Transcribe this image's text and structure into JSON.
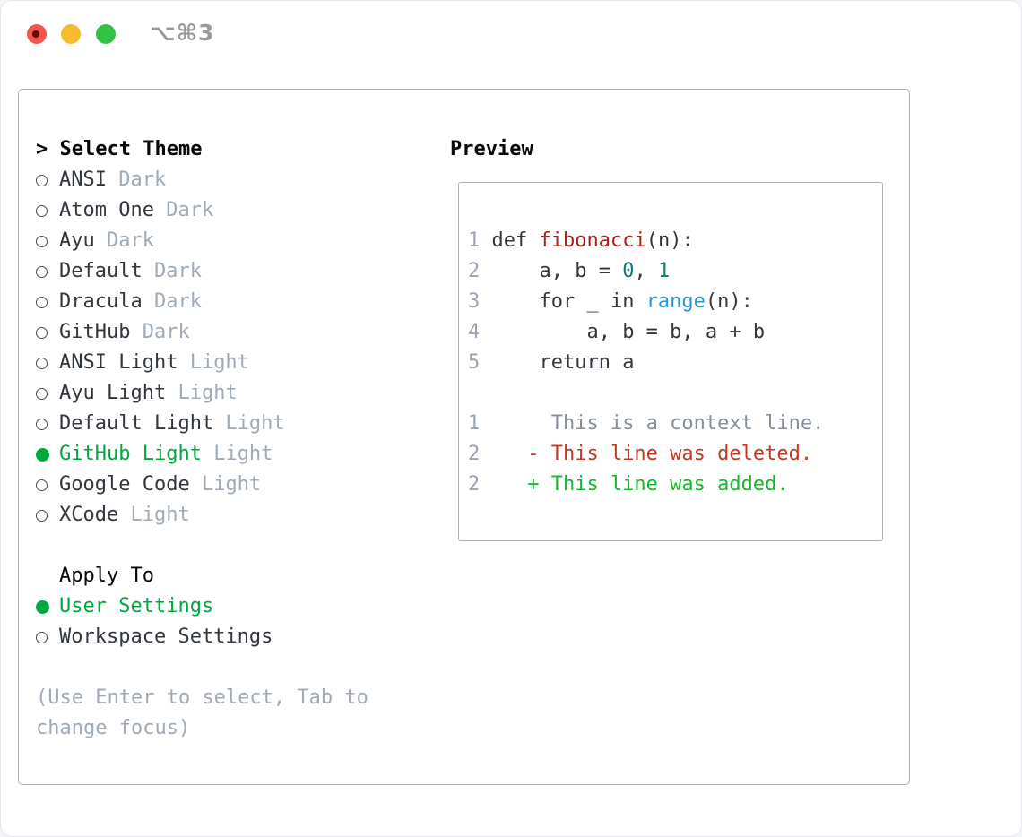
{
  "window": {
    "title": "⌥⌘3",
    "traffic_lights": [
      {
        "name": "close",
        "color": "#f2574e"
      },
      {
        "name": "minimize",
        "color": "#f6bb2f"
      },
      {
        "name": "zoom",
        "color": "#33c146"
      }
    ]
  },
  "theme_picker": {
    "cursor": ">",
    "header": "Select Theme",
    "items": [
      {
        "name": "ANSI",
        "variant": "Dark",
        "selected": false
      },
      {
        "name": "Atom One",
        "variant": "Dark",
        "selected": false
      },
      {
        "name": "Ayu",
        "variant": "Dark",
        "selected": false
      },
      {
        "name": "Default",
        "variant": "Dark",
        "selected": false
      },
      {
        "name": "Dracula",
        "variant": "Dark",
        "selected": false
      },
      {
        "name": "GitHub",
        "variant": "Dark",
        "selected": false
      },
      {
        "name": "ANSI Light",
        "variant": "Light",
        "selected": false
      },
      {
        "name": "Ayu Light",
        "variant": "Light",
        "selected": false
      },
      {
        "name": "Default Light",
        "variant": "Light",
        "selected": false
      },
      {
        "name": "GitHub Light",
        "variant": "Light",
        "selected": true
      },
      {
        "name": "Google Code",
        "variant": "Light",
        "selected": false
      },
      {
        "name": "XCode",
        "variant": "Light",
        "selected": false
      }
    ]
  },
  "apply_to": {
    "header": "Apply To",
    "options": [
      {
        "label": "User Settings",
        "selected": true
      },
      {
        "label": "Workspace Settings",
        "selected": false
      }
    ]
  },
  "help_lines": [
    "(Use Enter to select, Tab to",
    "change focus)"
  ],
  "preview": {
    "header": "Preview",
    "lines": [
      [
        {
          "t": "1",
          "c": "ln"
        },
        {
          "t": " def ",
          "c": "pl"
        },
        {
          "t": "fibonacci",
          "c": "fn"
        },
        {
          "t": "(n):",
          "c": "pl"
        }
      ],
      [
        {
          "t": "2",
          "c": "ln"
        },
        {
          "t": "     a, b = ",
          "c": "pl"
        },
        {
          "t": "0",
          "c": "nm"
        },
        {
          "t": ", ",
          "c": "pl"
        },
        {
          "t": "1",
          "c": "nm"
        }
      ],
      [
        {
          "t": "3",
          "c": "ln"
        },
        {
          "t": "     for _ in ",
          "c": "pl"
        },
        {
          "t": "range",
          "c": "bi"
        },
        {
          "t": "(n):",
          "c": "pl"
        }
      ],
      [
        {
          "t": "4",
          "c": "ln"
        },
        {
          "t": "         a, b = b, a + b",
          "c": "pl"
        }
      ],
      [
        {
          "t": "5",
          "c": "ln"
        },
        {
          "t": "     return a",
          "c": "pl"
        }
      ],
      [],
      [
        {
          "t": "1",
          "c": "ln"
        },
        {
          "t": "      This is a context line.",
          "c": "ctx"
        }
      ],
      [
        {
          "t": "2",
          "c": "ln"
        },
        {
          "t": "    - This line was deleted.",
          "c": "del"
        }
      ],
      [
        {
          "t": "2",
          "c": "ln"
        },
        {
          "t": "    + This line was added.",
          "c": "add"
        }
      ]
    ]
  },
  "colors": {
    "accent_green": "#00a83f",
    "muted_gray": "#a0abb6",
    "text_dark": "#33383e",
    "header_black": "#06080a",
    "border_gray": "#a9b2ba",
    "line_number_gray": "#9aa5b2",
    "function_red": "#a8221b",
    "number_teal": "#0e7c78",
    "builtin_blue": "#2a96cc",
    "diff_context_gray": "#878f97",
    "diff_deleted_red": "#c23a22",
    "diff_added_green": "#16b82c"
  }
}
